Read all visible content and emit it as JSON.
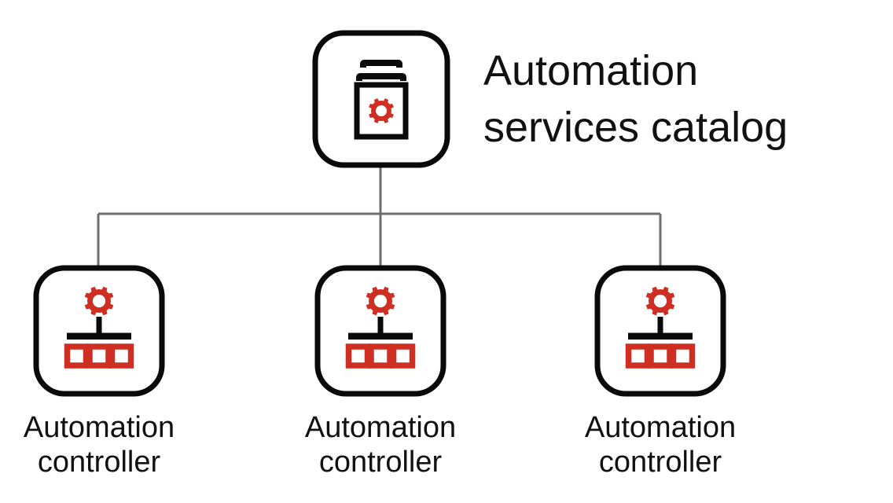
{
  "diagram": {
    "type": "hierarchy-tree",
    "background_color": "#ffffff",
    "accent_color": "#cf2e22",
    "outline_color": "#0a0a0a",
    "connector_color": "#6e6e6e",
    "root": {
      "id": "automation-services-catalog",
      "title_line_1": "Automation",
      "title_line_2": "services catalog",
      "icon_name": "catalog-gear-icon",
      "icon_description": "stacked catalog box with gear"
    },
    "children": [
      {
        "id": "automation-controller-1",
        "label_line_1": "Automation",
        "label_line_2": "controller",
        "icon_name": "controller-gear-nodes-icon"
      },
      {
        "id": "automation-controller-2",
        "label_line_1": "Automation",
        "label_line_2": "controller",
        "icon_name": "controller-gear-nodes-icon"
      },
      {
        "id": "automation-controller-3",
        "label_line_1": "Automation",
        "label_line_2": "controller",
        "icon_name": "controller-gear-nodes-icon"
      }
    ]
  }
}
